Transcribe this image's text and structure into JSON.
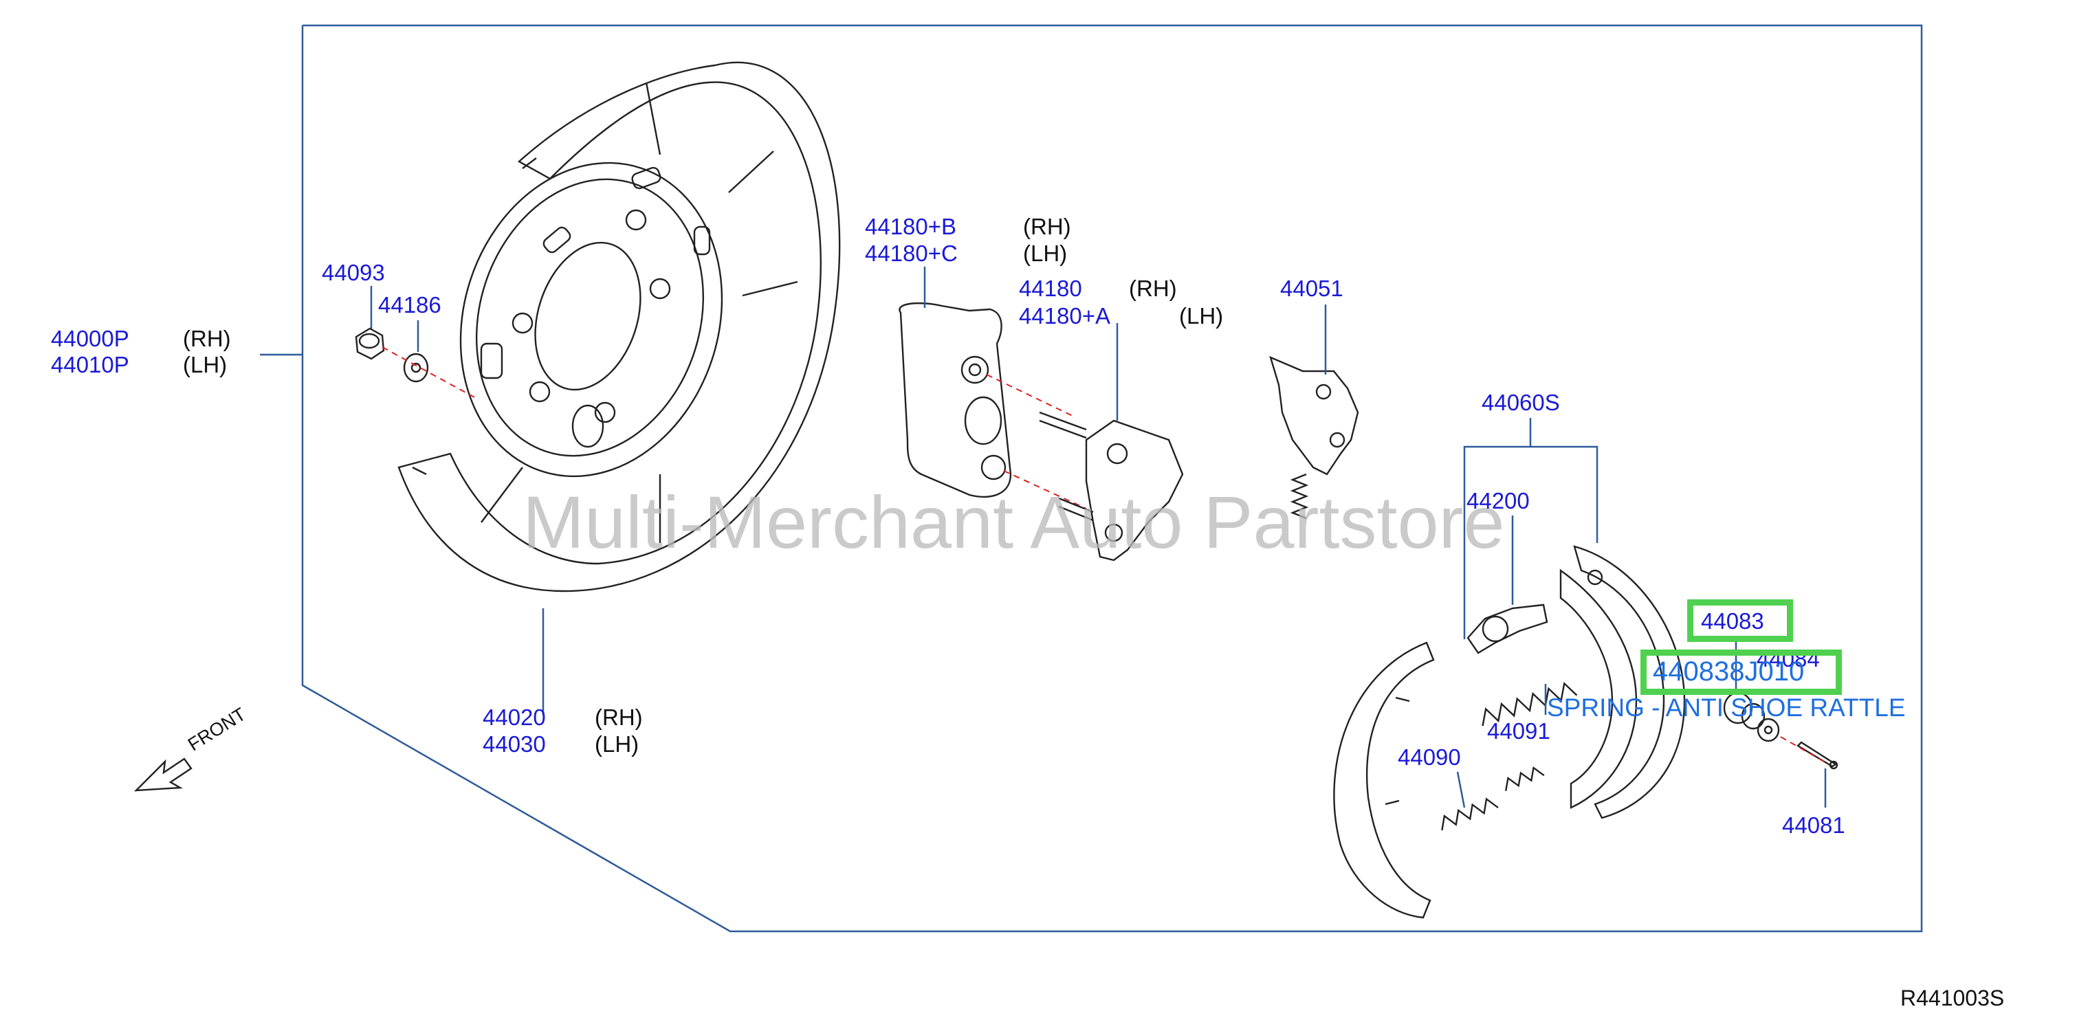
{
  "watermark": "Multi-Merchant Auto Partstore",
  "diagram_ref": "R441003S",
  "front_label": "FRONT",
  "highlight": {
    "part_44083": "44083",
    "new_part": "440838J010",
    "description": "SPRING - ANTI SHOE RATTLE"
  },
  "labels": {
    "p44000P": "44000P",
    "p44000P_side": "(RH)",
    "p44010P": "44010P",
    "p44010P_side": "(LH)",
    "p44093": "44093",
    "p44186": "44186",
    "p44020": "44020",
    "p44020_side": "(RH)",
    "p44030": "44030",
    "p44030_side": "(LH)",
    "p44180B": "44180+B",
    "p44180B_side": "(RH)",
    "p44180C": "44180+C",
    "p44180C_side": "(LH)",
    "p44180": "44180",
    "p44180_side": "(RH)",
    "p44180A": "44180+A",
    "p44180A_side": "(LH)",
    "p44051": "44051",
    "p44060S": "44060S",
    "p44200": "44200",
    "p44084": "44084",
    "p44091": "44091",
    "p44090": "44090",
    "p44081": "44081"
  },
  "colors": {
    "part_number": "#1a1ad6",
    "frame_line": "#2f5b9a",
    "highlight_box": "#4fd14f",
    "highlight_text": "#1e6fe0",
    "leader_dashed": "#e02020"
  }
}
